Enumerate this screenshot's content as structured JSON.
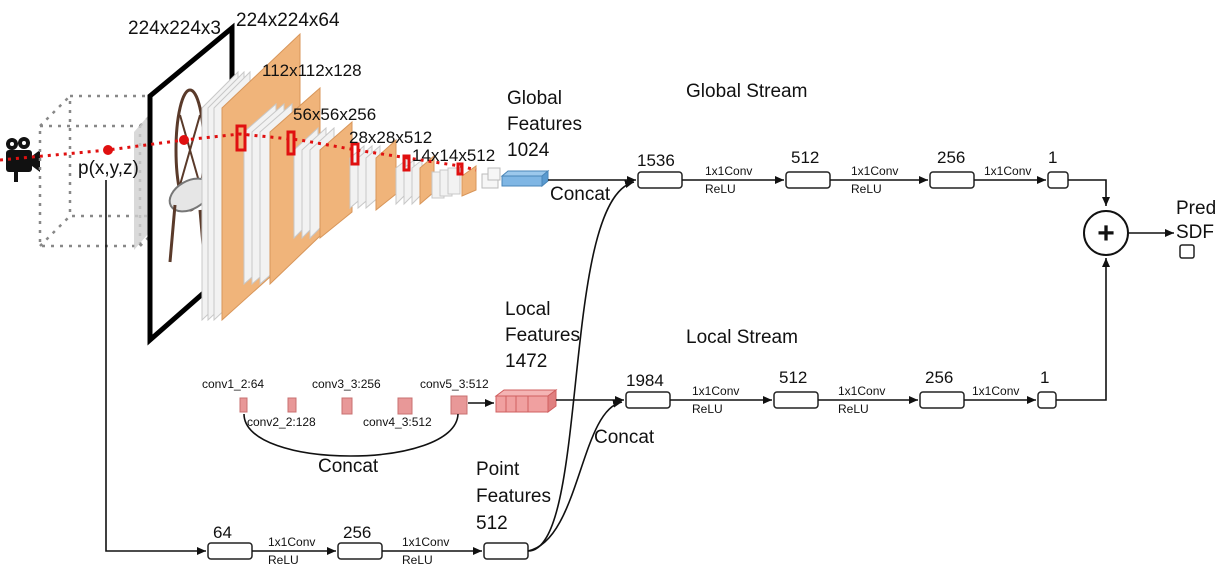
{
  "global": {
    "stream_title": "Global Stream",
    "features_line1": "Global",
    "features_line2": "Features",
    "features_dim": "1024",
    "concat": "Concat",
    "nodes": [
      "1536",
      "512",
      "256",
      "1"
    ],
    "ops": [
      {
        "top": "1x1Conv",
        "bottom": "ReLU"
      },
      {
        "top": "1x1Conv",
        "bottom": "ReLU"
      },
      {
        "top": "1x1Conv",
        "bottom": ""
      }
    ]
  },
  "local": {
    "stream_title": "Local Stream",
    "features_line1": "Local",
    "features_line2": "Features",
    "features_dim": "1472",
    "concat": "Concat",
    "nodes": [
      "1984",
      "512",
      "256",
      "1"
    ],
    "ops": [
      {
        "top": "1x1Conv",
        "bottom": "ReLU"
      },
      {
        "top": "1x1Conv",
        "bottom": "ReLU"
      },
      {
        "top": "1x1Conv",
        "bottom": ""
      }
    ],
    "conv_layers_top": [
      "conv1_2:64",
      "conv3_3:256",
      "conv5_3:512"
    ],
    "conv_layers_bottom": [
      "conv2_2:128",
      "conv4_3:512"
    ],
    "conv_concat": "Concat"
  },
  "point": {
    "features_line1": "Point",
    "features_line2": "Features",
    "features_dim": "512",
    "nodes": [
      "64",
      "256"
    ],
    "ops": [
      {
        "top": "1x1Conv",
        "bottom": "ReLU"
      },
      {
        "top": "1x1Conv",
        "bottom": "ReLU"
      }
    ]
  },
  "encoder_dims": [
    "224x224x3",
    "224x224x64",
    "112x112x128",
    "56x56x256",
    "28x28x512",
    "14x14x512"
  ],
  "point_label": "p(x,y,z)",
  "sum_symbol": "+",
  "pred_line1": "Pred",
  "pred_line2": "SDF"
}
